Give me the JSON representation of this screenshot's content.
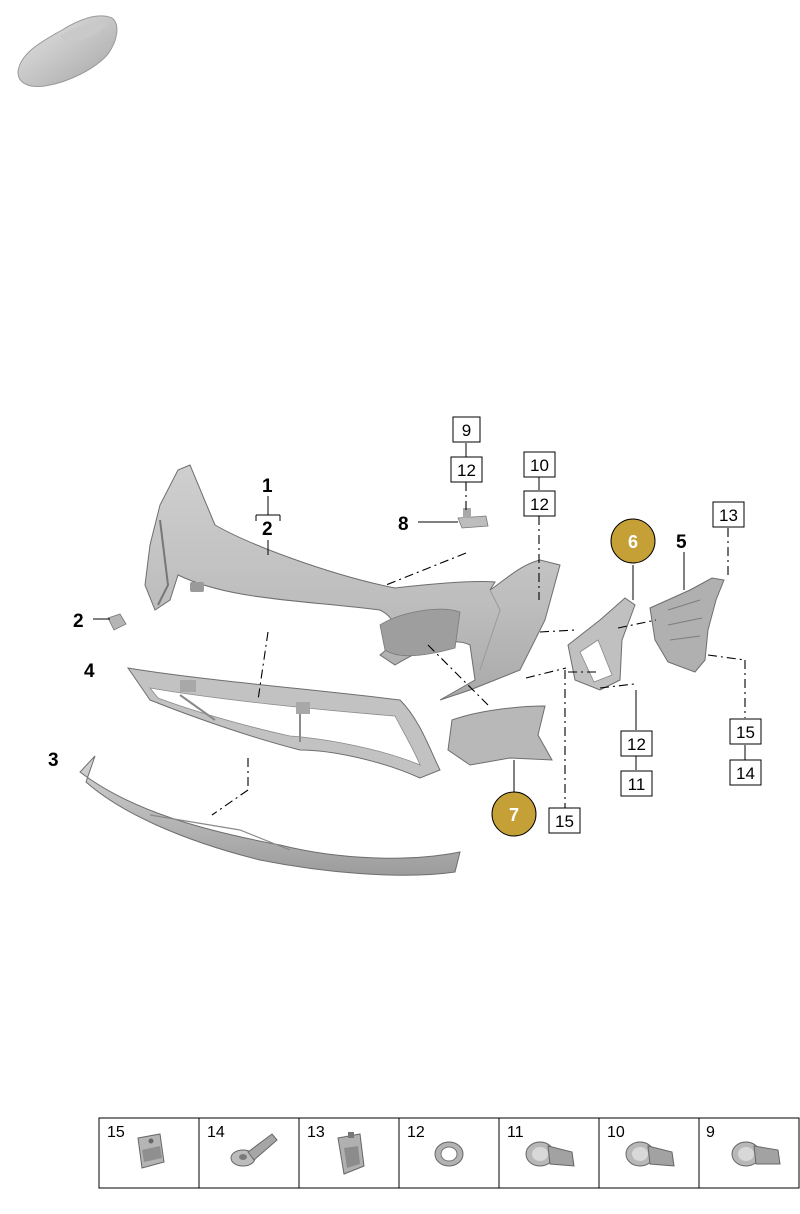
{
  "colors": {
    "highlight": "#c4a036",
    "part_light": "#dcdcdc",
    "part_mid": "#b8b8b8",
    "part_dark": "#8a8a8a",
    "line": "#000000"
  },
  "icons": {
    "car_thumbnail": "car-silhouette-icon"
  },
  "callouts": {
    "bold": {
      "p1": "1",
      "p2a": "2",
      "p2b": "2",
      "p3": "3",
      "p4": "4",
      "p5": "5",
      "p8": "8"
    },
    "circled": {
      "p6": "6",
      "p7": "7"
    },
    "boxed": {
      "b9": "9",
      "b12_top": "12",
      "b10": "10",
      "b12_b": "12",
      "b13": "13",
      "b12_c": "12",
      "b11": "11",
      "b15_r": "15",
      "b14": "14",
      "b15_mid": "15"
    }
  },
  "parts_table": [
    {
      "number": "15",
      "icon": "clip-nut-icon"
    },
    {
      "number": "14",
      "icon": "expansion-rivet-icon"
    },
    {
      "number": "13",
      "icon": "mounting-clip-icon"
    },
    {
      "number": "12",
      "icon": "sealing-ring-icon"
    },
    {
      "number": "11",
      "icon": "parking-sensor-icon"
    },
    {
      "number": "10",
      "icon": "parking-sensor-icon"
    },
    {
      "number": "9",
      "icon": "parking-sensor-icon"
    }
  ]
}
